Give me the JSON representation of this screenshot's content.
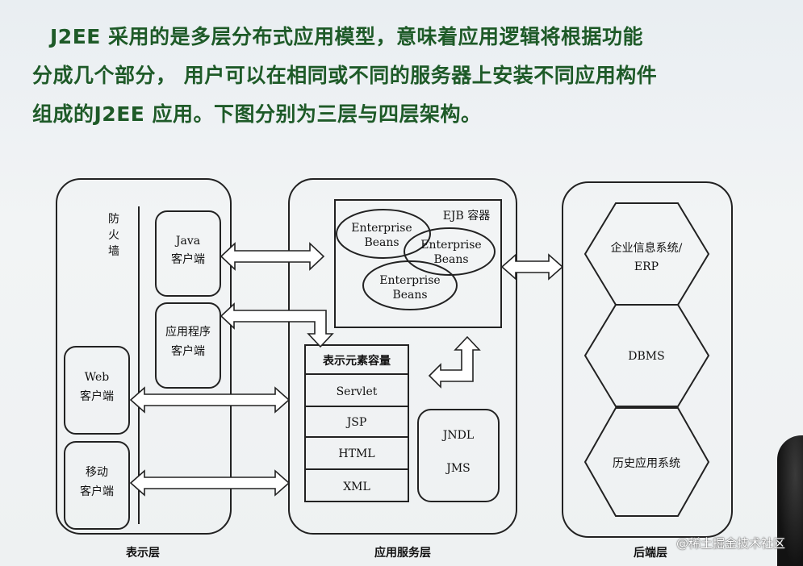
{
  "heading": {
    "line1": "J2EE 采用的是多层分布式应用模型，意味着应用逻辑将根据功能",
    "line2": "分成几个部分， 用户可以在相同或不同的服务器上安装不同应用构件",
    "line3": "组成的J2EE 应用。下图分别为三层与四层架构。"
  },
  "tiers": {
    "presentation": {
      "label": "表示层",
      "firewall": [
        "防",
        "火",
        "墙"
      ],
      "java_client": [
        "Java",
        "客户端"
      ],
      "app_client": [
        "应用程序",
        "客户端"
      ],
      "web_client": [
        "Web",
        "客户端"
      ],
      "mobile_client": [
        "移动",
        "客户端"
      ]
    },
    "app_server": {
      "label": "应用服务层",
      "ejb_container": "EJB 容器",
      "beans": [
        [
          "Enterprise",
          "Beans"
        ],
        [
          "Enterprise",
          "Beans"
        ],
        [
          "Enterprise",
          "Beans"
        ]
      ],
      "presentation_container": {
        "title": "表示元素容量",
        "items": [
          "Servlet",
          "JSP",
          "HTML",
          "XML"
        ]
      },
      "services": [
        "JNDL",
        "JMS"
      ]
    },
    "backend": {
      "label": "后端层",
      "systems": [
        [
          "企业信息系统/",
          "ERP"
        ],
        [
          "DBMS"
        ],
        [
          "历史应用系统"
        ]
      ]
    }
  },
  "watermark": "@稀土掘金技术社区"
}
